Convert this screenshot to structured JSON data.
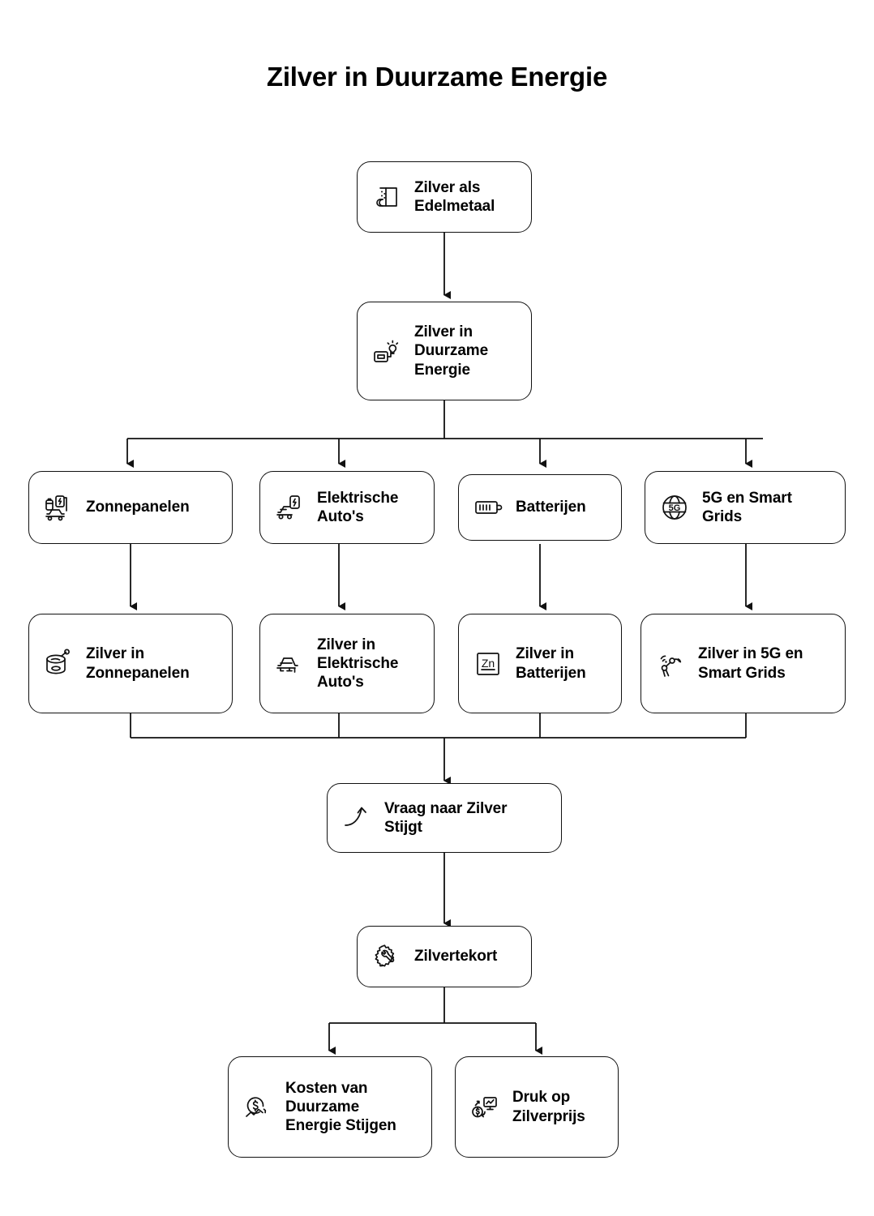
{
  "diagram": {
    "title": "Zilver in Duurzame Energie",
    "type": "flowchart",
    "orientation": "top-down",
    "colors": {
      "background": "#ffffff",
      "stroke": "#111111",
      "text": "#000000"
    },
    "nodes": [
      {
        "id": "n1",
        "label": "Zilver als Edelmetaal",
        "icon": "foil-roll-icon",
        "row": 1
      },
      {
        "id": "n2",
        "label": "Zilver in Duurzame Energie",
        "icon": "generator-bulb-icon",
        "row": 2
      },
      {
        "id": "n3",
        "label": "Zonnepanelen",
        "icon": "ev-charging-icon",
        "row": 3
      },
      {
        "id": "n4",
        "label": "Elektrische Auto's",
        "icon": "electric-car-icon",
        "row": 3
      },
      {
        "id": "n5",
        "label": "Batterijen",
        "icon": "battery-icon",
        "row": 3
      },
      {
        "id": "n6",
        "label": "5G en Smart Grids",
        "icon": "globe-5g-icon",
        "row": 3
      },
      {
        "id": "n7",
        "label": "Zilver in Zonnepanelen",
        "icon": "silver-can-icon",
        "row": 4
      },
      {
        "id": "n8",
        "label": "Zilver in Elektrische Auto's",
        "icon": "car-chassis-icon",
        "row": 4
      },
      {
        "id": "n9",
        "label": "Zilver in Batterijen",
        "icon": "element-zn-icon",
        "row": 4
      },
      {
        "id": "n10",
        "label": "Zilver in 5G en Smart Grids",
        "icon": "robot-antenna-icon",
        "row": 4
      },
      {
        "id": "n11",
        "label": "Vraag naar Zilver Stijgt",
        "icon": "rising-arrow-icon",
        "row": 5
      },
      {
        "id": "n12",
        "label": "Zilvertekort",
        "icon": "gear-wrench-icon",
        "row": 6
      },
      {
        "id": "n13",
        "label": "Kosten van Duurzame Energie Stijgen",
        "icon": "dollar-trend-icon",
        "row": 7
      },
      {
        "id": "n14",
        "label": "Druk op Zilverprijs",
        "icon": "dollar-chart-icon",
        "row": 7
      }
    ],
    "edges": [
      {
        "from": "n1",
        "to": "n2"
      },
      {
        "from": "n2",
        "to": "n3"
      },
      {
        "from": "n2",
        "to": "n4"
      },
      {
        "from": "n2",
        "to": "n5"
      },
      {
        "from": "n2",
        "to": "n6"
      },
      {
        "from": "n3",
        "to": "n7"
      },
      {
        "from": "n4",
        "to": "n8"
      },
      {
        "from": "n5",
        "to": "n9"
      },
      {
        "from": "n6",
        "to": "n10"
      },
      {
        "from": "n7",
        "to": "n11"
      },
      {
        "from": "n8",
        "to": "n11"
      },
      {
        "from": "n9",
        "to": "n11"
      },
      {
        "from": "n10",
        "to": "n11"
      },
      {
        "from": "n11",
        "to": "n12"
      },
      {
        "from": "n12",
        "to": "n13"
      },
      {
        "from": "n12",
        "to": "n14"
      }
    ]
  }
}
